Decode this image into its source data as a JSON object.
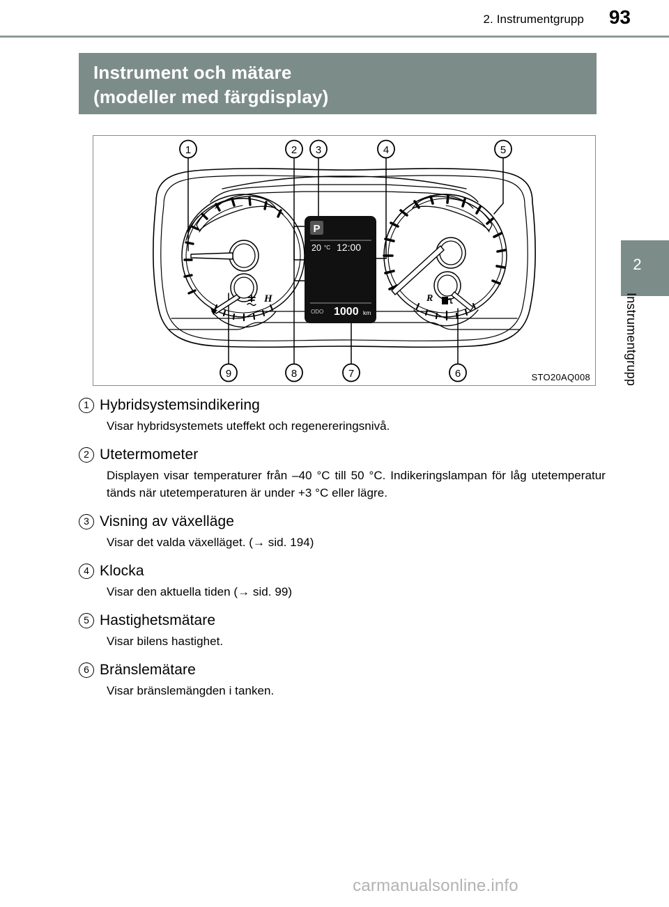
{
  "header": {
    "chapter": "2. Instrumentgrupp",
    "page_number": "93"
  },
  "section": {
    "title_line1": "Instrument och mätare",
    "title_line2": "(modeller med färgdisplay)",
    "band_color": "#7c8c89"
  },
  "chapter_tab": {
    "number": "2",
    "label": "Instrumentgrupp"
  },
  "figure": {
    "code": "STO20AQ008",
    "callouts_top": [
      "1",
      "2",
      "3",
      "4",
      "5"
    ],
    "callouts_bottom": [
      "9",
      "8",
      "7",
      "6"
    ],
    "display": {
      "shift_position": "P",
      "outside_temp": "20",
      "temp_unit": "°C",
      "clock": "12:00",
      "odo_label": "ODO",
      "odo_value": "1000",
      "odo_unit": "km"
    },
    "gauge_marks": {
      "coolant_high": "H",
      "fuel_reserve": "R"
    }
  },
  "items": [
    {
      "num": "1",
      "title": "Hybridsystemsindikering",
      "desc": "Visar hybridsystemets uteffekt och regenereringsnivå."
    },
    {
      "num": "2",
      "title": "Utetermometer",
      "desc": "Displayen visar temperaturer från –40 °C till 50 °C. Indikeringslampan för låg utetemperatur tänds när utetemperaturen är under +3 °C eller lägre."
    },
    {
      "num": "3",
      "title": "Visning av växelläge",
      "desc": "Visar det valda växelläget. (→ sid. 194)"
    },
    {
      "num": "4",
      "title": "Klocka",
      "desc": "Visar den aktuella tiden (→ sid. 99)"
    },
    {
      "num": "5",
      "title": "Hastighetsmätare",
      "desc": "Visar bilens hastighet."
    },
    {
      "num": "6",
      "title": "Bränslemätare",
      "desc": "Visar bränslemängden i tanken."
    }
  ],
  "watermark": "carmanualsonline.info"
}
